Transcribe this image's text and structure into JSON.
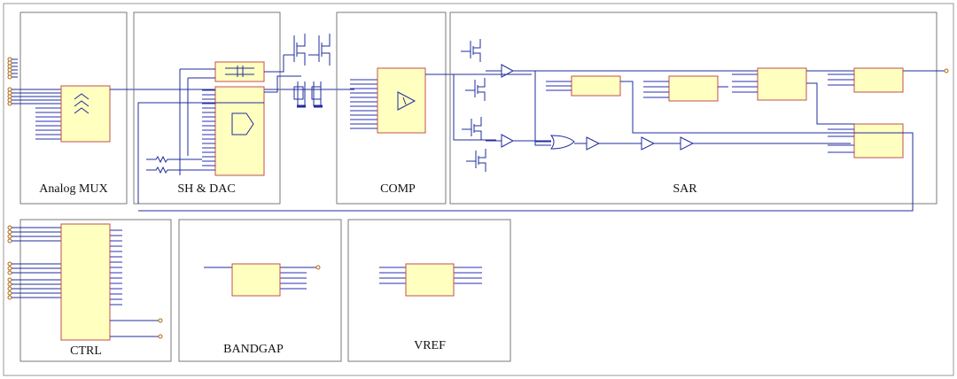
{
  "blocks": {
    "analog_mux": "Analog MUX",
    "sh_dac": "SH & DAC",
    "comp": "COMP",
    "sar": "SAR",
    "ctrl": "CTRL",
    "bandgap": "BANDGAP",
    "vref": "VREF"
  },
  "colors": {
    "frame": "#7a7a7a",
    "block_fill": "#ffffc0",
    "block_edge": "#c0504d",
    "wire": "#1f2c9c",
    "port": "#b06a10"
  }
}
